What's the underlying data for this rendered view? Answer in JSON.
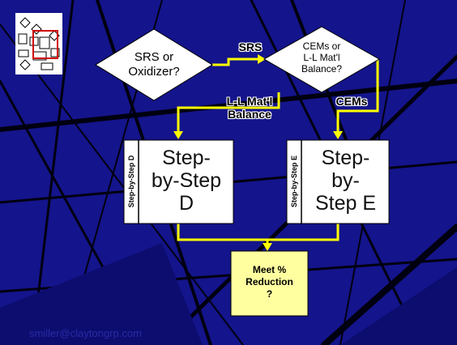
{
  "nodes": {
    "srs_oxidizer": {
      "line1": "SRS or",
      "line2": "Oxidizer?"
    },
    "cems_balance": {
      "line1": "CEMs or",
      "line2": "L-L Mat'l",
      "line3": "Balance?"
    },
    "step_d": {
      "line1": "Step-",
      "line2": "by-Step",
      "line3": "D",
      "tab": "Step-by-Step D"
    },
    "step_e": {
      "line1": "Step-",
      "line2": "by-",
      "line3": "Step E",
      "tab": "Step-by-Step E"
    },
    "meet_reduction": {
      "line1": "Meet %",
      "line2": "Reduction",
      "line3": "?"
    }
  },
  "edges": {
    "srs": "SRS",
    "ll_balance_line1": "L-L Mat'l",
    "ll_balance_line2": "Balance",
    "cems": "CEMs"
  },
  "footer": {
    "email": "smiller@claytongrp.com"
  },
  "colors": {
    "background": "#14148c",
    "connector": "#ffff00",
    "end_fill": "#ffffa0",
    "box_fill": "#ffffff"
  },
  "icons": {
    "thumbnail": "flowchart-thumbnail-icon"
  }
}
